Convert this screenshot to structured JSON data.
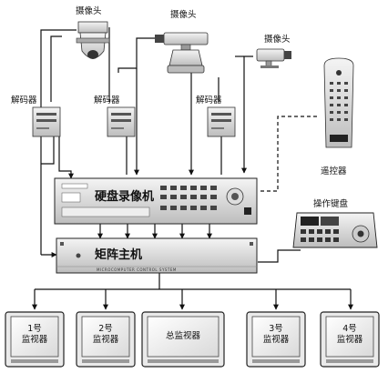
{
  "cameras": [
    {
      "label": "摄像头",
      "kind": "dome"
    },
    {
      "label": "摄像头",
      "kind": "pan-tilt"
    },
    {
      "label": "摄像头",
      "kind": "bullet"
    }
  ],
  "decoders": [
    {
      "label": "解码器"
    },
    {
      "label": "解码器"
    },
    {
      "label": "解码器"
    }
  ],
  "dvr": {
    "label": "硬盘录像机"
  },
  "matrix": {
    "label": "矩阵主机",
    "subtitle": "MICROCOMPUTER CONTROL SYSTEM"
  },
  "remote": {
    "label": "遥控器"
  },
  "keyboard": {
    "label": "操作键盘"
  },
  "monitors": [
    {
      "line1": "1号",
      "line2": "监视器"
    },
    {
      "line1": "2号",
      "line2": "监视器"
    },
    {
      "line1": "总监视器",
      "line2": ""
    },
    {
      "line1": "3号",
      "line2": "监视器"
    },
    {
      "line1": "4号",
      "line2": "监视器"
    }
  ]
}
